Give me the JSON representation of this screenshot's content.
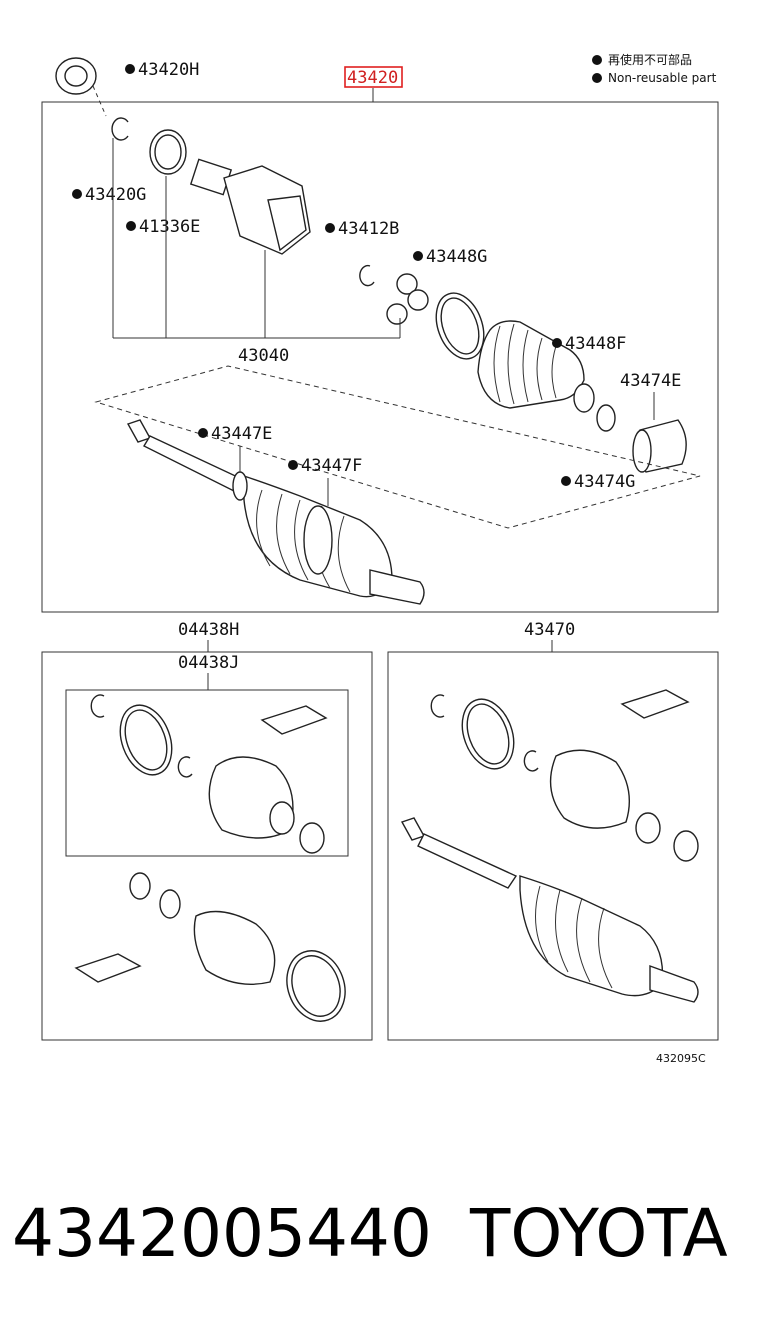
{
  "legend": {
    "line1": "再使用不可部品",
    "line2": "Non-reusable part"
  },
  "top_group": {
    "assembly_code": "43420",
    "sub_assembly_code": "43040",
    "parts": {
      "p43420H": "43420H",
      "p43420G": "43420G",
      "p41336E": "41336E",
      "p43412B": "43412B",
      "p43448G": "43448G",
      "p43448F": "43448F",
      "p43474E": "43474E",
      "p43447E": "43447E",
      "p43447F": "43447F",
      "p43474G": "43474G"
    }
  },
  "boot_kits": {
    "kit1_label": "04438H",
    "kit2_label": "04438J"
  },
  "shaft_assembly": {
    "label": "43470"
  },
  "diagram_code": "432095C",
  "footer": {
    "part_number": "4342005440",
    "brand": "TOYOTA"
  }
}
